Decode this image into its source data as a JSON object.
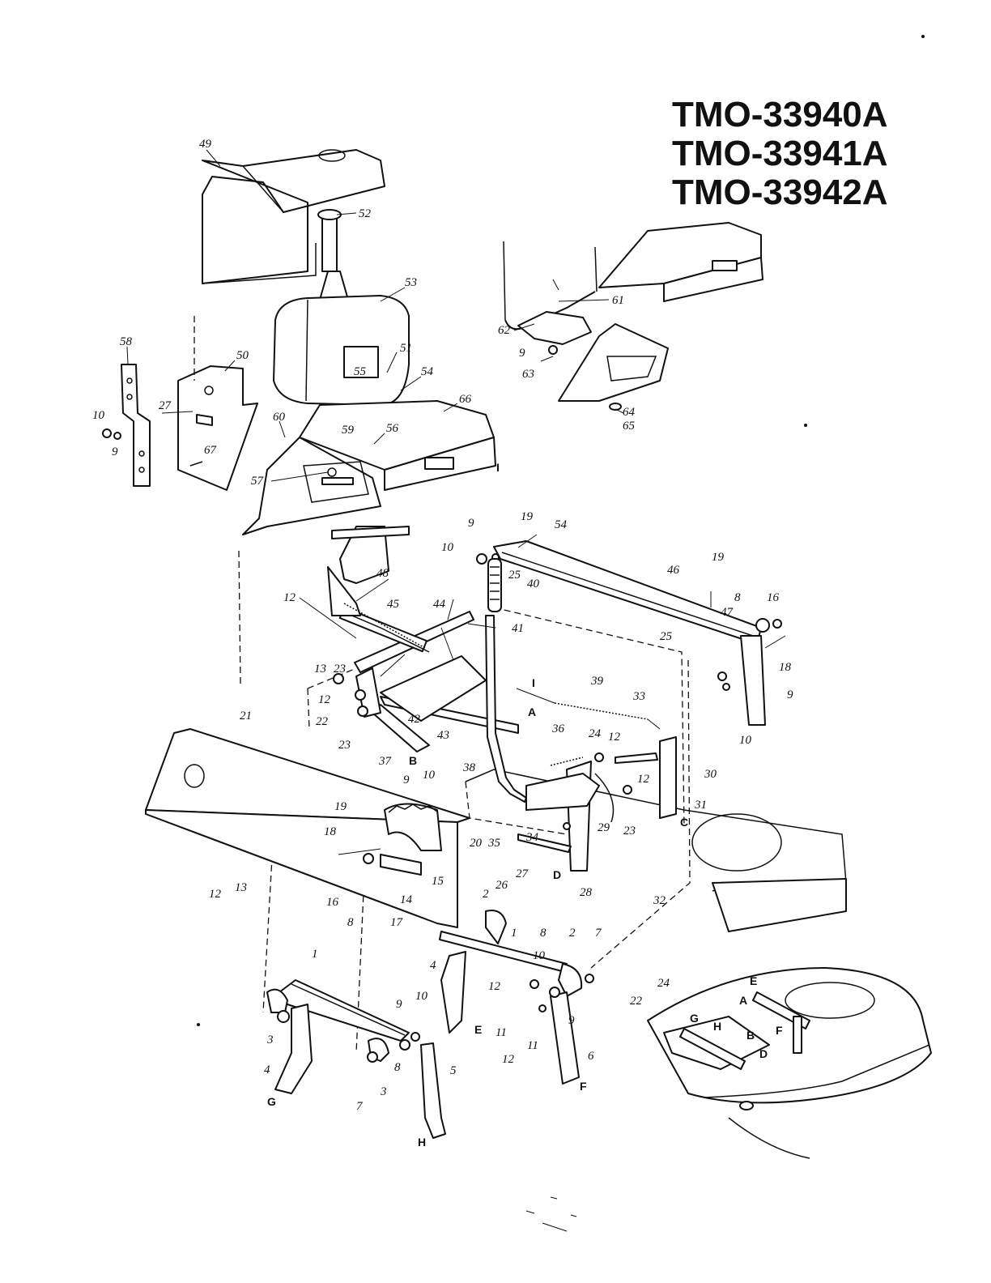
{
  "models": [
    "TMO-33940A",
    "TMO-33941A",
    "TMO-33942A"
  ],
  "callouts": [
    {
      "id": "c49",
      "text": "49"
    },
    {
      "id": "c52",
      "text": "52"
    },
    {
      "id": "c53",
      "text": "53"
    },
    {
      "id": "c58",
      "text": "58"
    },
    {
      "id": "c50",
      "text": "50"
    },
    {
      "id": "c27a",
      "text": "27"
    },
    {
      "id": "c10a",
      "text": "10"
    },
    {
      "id": "c9a",
      "text": "9"
    },
    {
      "id": "c67",
      "text": "67"
    },
    {
      "id": "c51",
      "text": "51"
    },
    {
      "id": "c55",
      "text": "55"
    },
    {
      "id": "c54a",
      "text": "54"
    },
    {
      "id": "c66",
      "text": "66"
    },
    {
      "id": "c60",
      "text": "60"
    },
    {
      "id": "c59",
      "text": "59"
    },
    {
      "id": "c56",
      "text": "56"
    },
    {
      "id": "c57",
      "text": "57"
    },
    {
      "id": "cIa",
      "text": "I"
    },
    {
      "id": "c61",
      "text": "61"
    },
    {
      "id": "c62",
      "text": "62"
    },
    {
      "id": "c9b",
      "text": "9"
    },
    {
      "id": "c63",
      "text": "63"
    },
    {
      "id": "c64",
      "text": "64"
    },
    {
      "id": "c65",
      "text": "65"
    },
    {
      "id": "c9c",
      "text": "9"
    },
    {
      "id": "c19a",
      "text": "19"
    },
    {
      "id": "c54b",
      "text": "54"
    },
    {
      "id": "c10b",
      "text": "10"
    },
    {
      "id": "c25a",
      "text": "25"
    },
    {
      "id": "c40",
      "text": "40"
    },
    {
      "id": "c46",
      "text": "46"
    },
    {
      "id": "c19b",
      "text": "19"
    },
    {
      "id": "c8a",
      "text": "8"
    },
    {
      "id": "c16a",
      "text": "16"
    },
    {
      "id": "c47",
      "text": "47"
    },
    {
      "id": "c25b",
      "text": "25"
    },
    {
      "id": "c18a",
      "text": "18"
    },
    {
      "id": "c9d",
      "text": "9"
    },
    {
      "id": "c10c",
      "text": "10"
    },
    {
      "id": "c48",
      "text": "48"
    },
    {
      "id": "c45",
      "text": "45"
    },
    {
      "id": "c44",
      "text": "44"
    },
    {
      "id": "c12a",
      "text": "12"
    },
    {
      "id": "c41",
      "text": "41"
    },
    {
      "id": "cIb",
      "text": "I"
    },
    {
      "id": "c39",
      "text": "39"
    },
    {
      "id": "c33",
      "text": "33"
    },
    {
      "id": "c13a",
      "text": "13"
    },
    {
      "id": "c23a",
      "text": "23"
    },
    {
      "id": "c12b",
      "text": "12"
    },
    {
      "id": "c22a",
      "text": "22"
    },
    {
      "id": "c23b",
      "text": "23"
    },
    {
      "id": "c42",
      "text": "42"
    },
    {
      "id": "c43",
      "text": "43"
    },
    {
      "id": "cA",
      "text": "A"
    },
    {
      "id": "c37",
      "text": "37"
    },
    {
      "id": "cB",
      "text": "B"
    },
    {
      "id": "c36",
      "text": "36"
    },
    {
      "id": "c24a",
      "text": "24"
    },
    {
      "id": "c12c",
      "text": "12"
    },
    {
      "id": "c10d",
      "text": "10"
    },
    {
      "id": "c38",
      "text": "38"
    },
    {
      "id": "c9e",
      "text": "9"
    },
    {
      "id": "c30",
      "text": "30"
    },
    {
      "id": "c12d",
      "text": "12"
    },
    {
      "id": "c31",
      "text": "31"
    },
    {
      "id": "cC",
      "text": "C"
    },
    {
      "id": "c21",
      "text": "21"
    },
    {
      "id": "c19c",
      "text": "19"
    },
    {
      "id": "c20",
      "text": "20"
    },
    {
      "id": "c35",
      "text": "35"
    },
    {
      "id": "c34",
      "text": "34"
    },
    {
      "id": "c29",
      "text": "29"
    },
    {
      "id": "c23c",
      "text": "23"
    },
    {
      "id": "c18b",
      "text": "18"
    },
    {
      "id": "c15",
      "text": "15"
    },
    {
      "id": "c27b",
      "text": "27"
    },
    {
      "id": "c26",
      "text": "26"
    },
    {
      "id": "cD",
      "text": "D"
    },
    {
      "id": "c28",
      "text": "28"
    },
    {
      "id": "c32",
      "text": "32"
    },
    {
      "id": "c12e",
      "text": "12"
    },
    {
      "id": "c13b",
      "text": "13"
    },
    {
      "id": "c16b",
      "text": "16"
    },
    {
      "id": "c8b",
      "text": "8"
    },
    {
      "id": "c17",
      "text": "17"
    },
    {
      "id": "c14",
      "text": "14"
    },
    {
      "id": "c2a",
      "text": "2"
    },
    {
      "id": "c1a",
      "text": "1"
    },
    {
      "id": "c8c",
      "text": "8"
    },
    {
      "id": "c2b",
      "text": "2"
    },
    {
      "id": "c7a",
      "text": "7"
    },
    {
      "id": "c10e",
      "text": "10"
    },
    {
      "id": "c4a",
      "text": "4"
    },
    {
      "id": "c12f",
      "text": "12"
    },
    {
      "id": "cE1",
      "text": "E"
    },
    {
      "id": "c9f",
      "text": "9"
    },
    {
      "id": "c11a",
      "text": "11"
    },
    {
      "id": "c11b",
      "text": "11"
    },
    {
      "id": "c12g",
      "text": "12"
    },
    {
      "id": "c6",
      "text": "6"
    },
    {
      "id": "cF1",
      "text": "F"
    },
    {
      "id": "c1b",
      "text": "1"
    },
    {
      "id": "c9g",
      "text": "9"
    },
    {
      "id": "c10f",
      "text": "10"
    },
    {
      "id": "c3a",
      "text": "3"
    },
    {
      "id": "c8d",
      "text": "8"
    },
    {
      "id": "c3b",
      "text": "3"
    },
    {
      "id": "c4b",
      "text": "4"
    },
    {
      "id": "c5",
      "text": "5"
    },
    {
      "id": "c7b",
      "text": "7"
    },
    {
      "id": "cG1",
      "text": "G"
    },
    {
      "id": "cH1",
      "text": "H"
    },
    {
      "id": "cE2",
      "text": "E"
    },
    {
      "id": "c22b",
      "text": "22"
    },
    {
      "id": "c24b",
      "text": "24"
    },
    {
      "id": "cA2",
      "text": "A"
    },
    {
      "id": "cG2",
      "text": "G"
    },
    {
      "id": "cH2",
      "text": "H"
    },
    {
      "id": "cB2",
      "text": "B"
    },
    {
      "id": "cF2",
      "text": "F"
    },
    {
      "id": "cD2",
      "text": "D"
    }
  ]
}
